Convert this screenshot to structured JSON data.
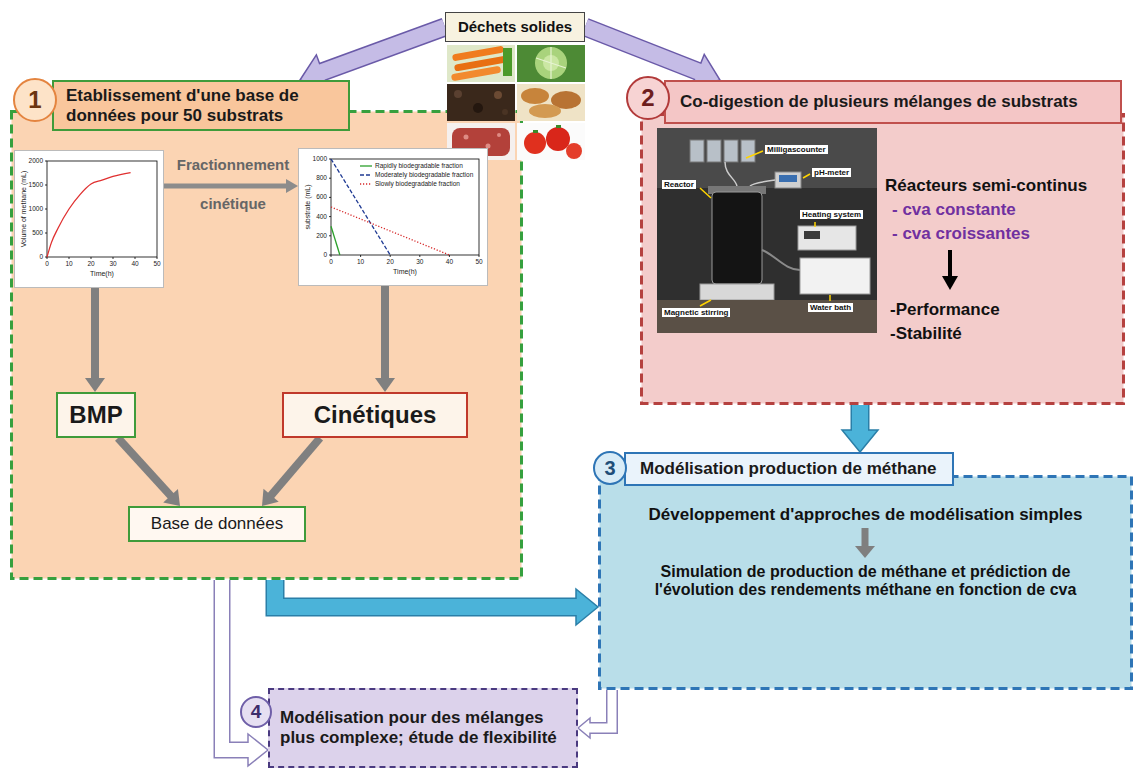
{
  "diagram": {
    "nodes": [
      {
        "text": [
          "Déchets solides"
        ]
      },
      {
        "text": [
          "1"
        ]
      },
      {
        "text": [
          "Etablissement d'une base de données pour 50 substrats"
        ]
      },
      {
        "text": [
          "2"
        ]
      },
      {
        "text": [
          "Co-digestion de plusieurs mélanges de substrats"
        ]
      },
      {
        "text": [
          "Fractionnement",
          "cinétique"
        ]
      },
      {
        "text": [
          "2000",
          "1500",
          "1000",
          "500",
          "0",
          "0",
          "10",
          "20",
          "30",
          "40",
          "50",
          "Time(h)",
          "Volume of methane (mL)"
        ],
        "in": 5
      },
      {
        "text": [
          "1000",
          "800",
          "600",
          "400",
          "200",
          "0",
          "0",
          "10",
          "20",
          "30",
          "40",
          "50",
          "Time(h)",
          "substrate (mL)"
        ],
        "in": 5
      },
      {
        "text": [
          "BMP"
        ],
        "in": 5
      },
      {
        "text": [
          "Cinétiques"
        ],
        "in": 5
      },
      {
        "text": [
          "Base de données"
        ],
        "in": 5
      },
      {
        "text": [
          "Réacteurs semi-continus",
          "- cva constante",
          "- cva croissantes",
          "-Performance",
          "-Stabilité"
        ]
      },
      {
        "text": [
          "3"
        ]
      },
      {
        "text": [
          "Modélisation production de méthane"
        ]
      },
      {
        "text": [
          "Développement d'approches de modélisation simples",
          "Simulation de production de méthane et prédiction de l'évolution des rendements méthane en fonction de cva"
        ]
      },
      {
        "text": [
          "4"
        ]
      },
      {
        "text": [
          "Modélisation pour des mélanges plus complexe; étude de flexibilité"
        ]
      }
    ],
    "edges": [
      {
        "from": 0,
        "to": 2,
        "arrow": "to"
      },
      {
        "from": 0,
        "to": 4,
        "arrow": "to"
      },
      {
        "from": 6,
        "to": 7,
        "arrow": "to"
      },
      {
        "from": 6,
        "to": 8,
        "arrow": "to"
      },
      {
        "from": 7,
        "to": 9,
        "arrow": "to"
      },
      {
        "from": 8,
        "to": 10,
        "arrow": "to"
      },
      {
        "from": 9,
        "to": 10,
        "arrow": "to"
      },
      {
        "from": 11,
        "to": 13,
        "arrow": "to"
      },
      {
        "from": 5,
        "to": 14,
        "arrow": "to"
      },
      {
        "from": 5,
        "to": 16,
        "arrow": "to"
      },
      {
        "from": 14,
        "to": 16,
        "arrow": "to"
      }
    ],
    "labels": [
      "Milligascounter",
      "pH-meter",
      "Reactor",
      "Heating system",
      "Magnetic stirring",
      "Water bath"
    ],
    "legend": [
      {
        "text": "Rapidly biodegradable fraction"
      },
      {
        "text": "Moderately biodegradable fraction"
      },
      {
        "text": "Slowly biodegradable fraction"
      }
    ]
  }
}
